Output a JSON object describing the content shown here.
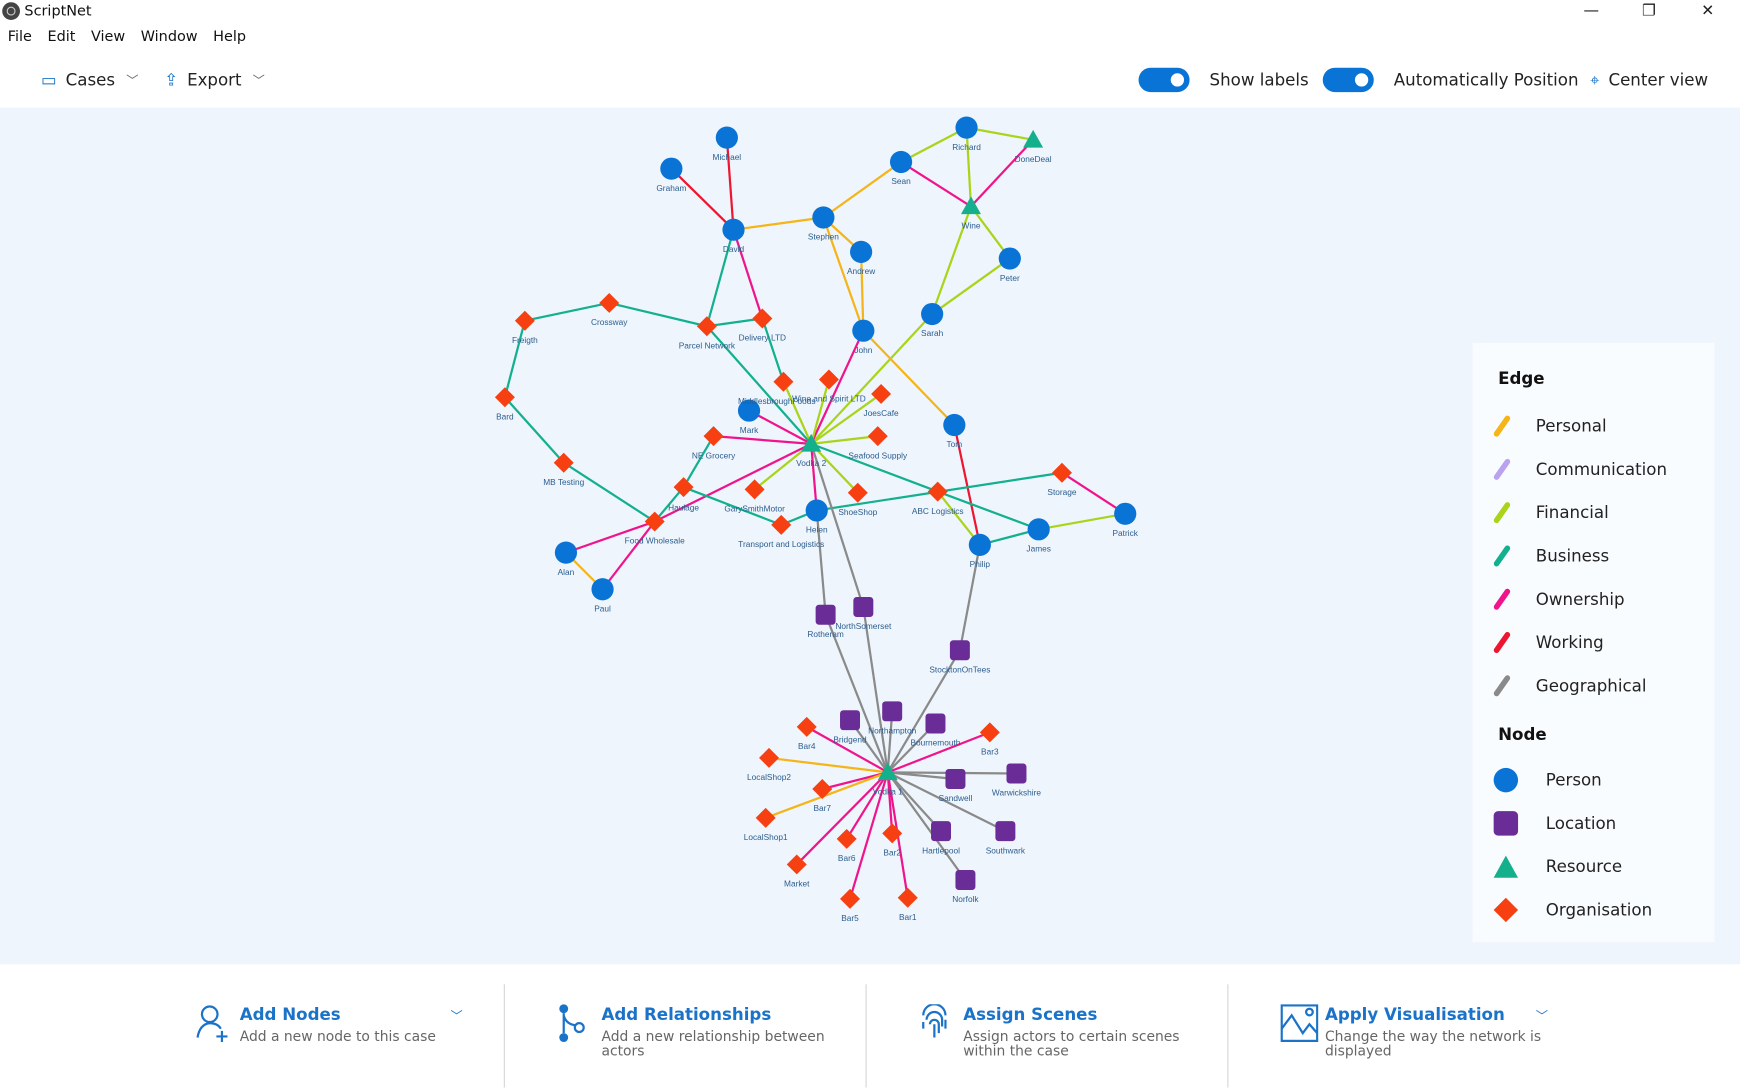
{
  "window": {
    "title": "ScriptNet",
    "controls": [
      "—",
      "❐",
      "✕"
    ]
  },
  "menu": [
    "File",
    "Edit",
    "View",
    "Window",
    "Help"
  ],
  "toolbar": {
    "cases_label": "Cases",
    "export_label": "Export",
    "show_labels": {
      "label": "Show labels",
      "on": true
    },
    "auto_position": {
      "label": "Automatically Position",
      "on": true
    },
    "center_view_label": "Center view"
  },
  "legend": {
    "edge_title": "Edge",
    "edges": [
      {
        "type": "personal",
        "label": "Personal",
        "color": "#f5b417"
      },
      {
        "type": "communication",
        "label": "Communication",
        "color": "#b9a3f0"
      },
      {
        "type": "financial",
        "label": "Financial",
        "color": "#a9d418"
      },
      {
        "type": "business",
        "label": "Business",
        "color": "#12b08e"
      },
      {
        "type": "ownership",
        "label": "Ownership",
        "color": "#f0148c"
      },
      {
        "type": "working",
        "label": "Working",
        "color": "#ee1530"
      },
      {
        "type": "geographical",
        "label": "Geographical",
        "color": "#8a8a8a"
      }
    ],
    "node_title": "Node",
    "nodes": [
      {
        "type": "person",
        "label": "Person",
        "color": "#0a74d6",
        "shape": "circle"
      },
      {
        "type": "location",
        "label": "Location",
        "color": "#6a2c96",
        "shape": "rounded-square"
      },
      {
        "type": "resource",
        "label": "Resource",
        "color": "#14b08c",
        "shape": "triangle"
      },
      {
        "type": "organisation",
        "label": "Organisation",
        "color": "#f64012",
        "shape": "diamond"
      }
    ]
  },
  "graph": {
    "nodes": [
      {
        "id": "michael",
        "label": "Michael",
        "type": "person"
      },
      {
        "id": "graham",
        "label": "Graham",
        "type": "person"
      },
      {
        "id": "david",
        "label": "David",
        "type": "person"
      },
      {
        "id": "stephen",
        "label": "Stephen",
        "type": "person"
      },
      {
        "id": "andrew",
        "label": "Andrew",
        "type": "person"
      },
      {
        "id": "sean",
        "label": "Sean",
        "type": "person"
      },
      {
        "id": "richard",
        "label": "Richard",
        "type": "person"
      },
      {
        "id": "peter",
        "label": "Peter",
        "type": "person"
      },
      {
        "id": "sarah",
        "label": "Sarah",
        "type": "person"
      },
      {
        "id": "john",
        "label": "John",
        "type": "person"
      },
      {
        "id": "mark",
        "label": "Mark",
        "type": "person"
      },
      {
        "id": "tom",
        "label": "Tom",
        "type": "person"
      },
      {
        "id": "helen",
        "label": "Helen",
        "type": "person"
      },
      {
        "id": "philip",
        "label": "Philip",
        "type": "person"
      },
      {
        "id": "james",
        "label": "James",
        "type": "person"
      },
      {
        "id": "patrick",
        "label": "Patrick",
        "type": "person"
      },
      {
        "id": "alan",
        "label": "Alan",
        "type": "person"
      },
      {
        "id": "paul",
        "label": "Paul",
        "type": "person"
      },
      {
        "id": "donedeal",
        "label": "DoneDeal",
        "type": "resource"
      },
      {
        "id": "wine",
        "label": "Wine",
        "type": "resource"
      },
      {
        "id": "vodka2",
        "label": "Vodka 2",
        "type": "resource"
      },
      {
        "id": "vodka1",
        "label": "Vodka 1",
        "type": "resource"
      },
      {
        "id": "freigth",
        "label": "Freigth",
        "type": "organisation"
      },
      {
        "id": "crossway",
        "label": "Crossway",
        "type": "organisation"
      },
      {
        "id": "parcel",
        "label": "Parcel Network",
        "type": "organisation"
      },
      {
        "id": "delivery",
        "label": "Delivery LTD",
        "type": "organisation"
      },
      {
        "id": "bard",
        "label": "Bard",
        "type": "organisation"
      },
      {
        "id": "mbtesting",
        "label": "MB Testing",
        "type": "organisation"
      },
      {
        "id": "middlesbrough",
        "label": "MiddlesbroughFoods",
        "type": "organisation"
      },
      {
        "id": "winespirit",
        "label": "Wine and Spirit LTD",
        "type": "organisation"
      },
      {
        "id": "joescafe",
        "label": "JoesCafe",
        "type": "organisation"
      },
      {
        "id": "negrocery",
        "label": "NE Grocery",
        "type": "organisation"
      },
      {
        "id": "seafood",
        "label": "Seafood Supply",
        "type": "organisation"
      },
      {
        "id": "haulage",
        "label": "Haulage",
        "type": "organisation"
      },
      {
        "id": "garysmith",
        "label": "GarySmithMotor",
        "type": "organisation"
      },
      {
        "id": "shoeshop",
        "label": "ShoeShop",
        "type": "organisation"
      },
      {
        "id": "abc",
        "label": "ABC Logistics",
        "type": "organisation"
      },
      {
        "id": "storage",
        "label": "Storage",
        "type": "organisation"
      },
      {
        "id": "transport",
        "label": "Transport and Logistics",
        "type": "organisation"
      },
      {
        "id": "foodwholesale",
        "label": "Food Wholesale",
        "type": "organisation"
      },
      {
        "id": "bar4",
        "label": "Bar4",
        "type": "organisation"
      },
      {
        "id": "localshop2",
        "label": "LocalShop2",
        "type": "organisation"
      },
      {
        "id": "bar7",
        "label": "Bar7",
        "type": "organisation"
      },
      {
        "id": "localshop1",
        "label": "LocalShop1",
        "type": "organisation"
      },
      {
        "id": "bar6",
        "label": "Bar6",
        "type": "organisation"
      },
      {
        "id": "bar2",
        "label": "Bar2",
        "type": "organisation"
      },
      {
        "id": "market",
        "label": "Market",
        "type": "organisation"
      },
      {
        "id": "bar5",
        "label": "Bar5",
        "type": "organisation"
      },
      {
        "id": "bar1",
        "label": "Bar1",
        "type": "organisation"
      },
      {
        "id": "bar3",
        "label": "Bar3",
        "type": "organisation"
      },
      {
        "id": "rotheram",
        "label": "Rotheram",
        "type": "location"
      },
      {
        "id": "northsomerset",
        "label": "NorthSomerset",
        "type": "location"
      },
      {
        "id": "stockton",
        "label": "StocktonOnTees",
        "type": "location"
      },
      {
        "id": "bridgend",
        "label": "Bridgend",
        "type": "location"
      },
      {
        "id": "northampton",
        "label": "Northampton",
        "type": "location"
      },
      {
        "id": "bournemouth",
        "label": "Bournemouth",
        "type": "location"
      },
      {
        "id": "sandwell",
        "label": "Sandwell",
        "type": "location"
      },
      {
        "id": "warwickshire",
        "label": "Warwickshire",
        "type": "location"
      },
      {
        "id": "hartlepool",
        "label": "Hartlepool",
        "type": "location"
      },
      {
        "id": "southwark",
        "label": "Southwark",
        "type": "location"
      },
      {
        "id": "norfolk",
        "label": "Norfolk",
        "type": "location"
      }
    ],
    "edges": [
      [
        "michael",
        "david",
        "working"
      ],
      [
        "graham",
        "david",
        "working"
      ],
      [
        "david",
        "stephen",
        "personal"
      ],
      [
        "david",
        "parcel",
        "business"
      ],
      [
        "david",
        "delivery",
        "ownership"
      ],
      [
        "stephen",
        "sean",
        "personal"
      ],
      [
        "stephen",
        "andrew",
        "personal"
      ],
      [
        "stephen",
        "john",
        "personal"
      ],
      [
        "andrew",
        "john",
        "personal"
      ],
      [
        "sean",
        "richard",
        "financial"
      ],
      [
        "sean",
        "wine",
        "ownership"
      ],
      [
        "richard",
        "wine",
        "financial"
      ],
      [
        "richard",
        "donedeal",
        "financial"
      ],
      [
        "donedeal",
        "wine",
        "ownership"
      ],
      [
        "wine",
        "peter",
        "financial"
      ],
      [
        "wine",
        "sarah",
        "financial"
      ],
      [
        "peter",
        "sarah",
        "financial"
      ],
      [
        "sarah",
        "vodka2",
        "financial"
      ],
      [
        "john",
        "vodka2",
        "ownership"
      ],
      [
        "john",
        "tom",
        "personal"
      ],
      [
        "tom",
        "philip",
        "working"
      ],
      [
        "freigth",
        "crossway",
        "business"
      ],
      [
        "crossway",
        "parcel",
        "business"
      ],
      [
        "parcel",
        "delivery",
        "business"
      ],
      [
        "freigth",
        "bard",
        "business"
      ],
      [
        "bard",
        "mbtesting",
        "business"
      ],
      [
        "mbtesting",
        "foodwholesale",
        "business"
      ],
      [
        "parcel",
        "vodka2",
        "business"
      ],
      [
        "delivery",
        "middlesbrough",
        "business"
      ],
      [
        "middlesbrough",
        "vodka2",
        "financial"
      ],
      [
        "winespirit",
        "vodka2",
        "financial"
      ],
      [
        "joescafe",
        "vodka2",
        "financial"
      ],
      [
        "mark",
        "vodka2",
        "ownership"
      ],
      [
        "negrocery",
        "vodka2",
        "ownership"
      ],
      [
        "seafood",
        "vodka2",
        "financial"
      ],
      [
        "garysmith",
        "vodka2",
        "financial"
      ],
      [
        "shoeshop",
        "vodka2",
        "financial"
      ],
      [
        "helen",
        "vodka2",
        "ownership"
      ],
      [
        "foodwholesale",
        "vodka2",
        "ownership"
      ],
      [
        "vodka2",
        "abc",
        "business"
      ],
      [
        "abc",
        "james",
        "business"
      ],
      [
        "transport",
        "helen",
        "business"
      ],
      [
        "helen",
        "storage",
        "business"
      ],
      [
        "haulage",
        "transport",
        "business"
      ],
      [
        "negrocery",
        "haulage",
        "business"
      ],
      [
        "haulage",
        "foodwholesale",
        "business"
      ],
      [
        "foodwholesale",
        "alan",
        "ownership"
      ],
      [
        "foodwholesale",
        "paul",
        "ownership"
      ],
      [
        "alan",
        "paul",
        "personal"
      ],
      [
        "abc",
        "philip",
        "financial"
      ],
      [
        "storage",
        "patrick",
        "ownership"
      ],
      [
        "james",
        "patrick",
        "financial"
      ],
      [
        "philip",
        "james",
        "business"
      ],
      [
        "philip",
        "stockton",
        "geographical"
      ],
      [
        "stockton",
        "vodka1",
        "geographical"
      ],
      [
        "helen",
        "rotheram",
        "geographical"
      ],
      [
        "rotheram",
        "vodka1",
        "geographical"
      ],
      [
        "vodka2",
        "northsomerset",
        "geographical"
      ],
      [
        "northsomerset",
        "vodka1",
        "geographical"
      ],
      [
        "vodka1",
        "bridgend",
        "geographical"
      ],
      [
        "vodka1",
        "northampton",
        "geographical"
      ],
      [
        "vodka1",
        "bournemouth",
        "geographical"
      ],
      [
        "vodka1",
        "sandwell",
        "geographical"
      ],
      [
        "vodka1",
        "warwickshire",
        "geographical"
      ],
      [
        "vodka1",
        "hartlepool",
        "geographical"
      ],
      [
        "vodka1",
        "southwark",
        "geographical"
      ],
      [
        "vodka1",
        "norfolk",
        "geographical"
      ],
      [
        "vodka1",
        "bar4",
        "ownership"
      ],
      [
        "vodka1",
        "bar7",
        "ownership"
      ],
      [
        "vodka1",
        "bar6",
        "ownership"
      ],
      [
        "vodka1",
        "bar2",
        "ownership"
      ],
      [
        "vodka1",
        "market",
        "ownership"
      ],
      [
        "vodka1",
        "bar5",
        "ownership"
      ],
      [
        "vodka1",
        "bar1",
        "ownership"
      ],
      [
        "vodka1",
        "bar3",
        "ownership"
      ],
      [
        "vodka1",
        "localshop2",
        "personal"
      ],
      [
        "vodka1",
        "localshop1",
        "personal"
      ]
    ]
  },
  "actions": [
    {
      "title": "Add Nodes",
      "description": "Add a new node to this case",
      "icon": "add-person-icon",
      "dropdown": true
    },
    {
      "title": "Add Relationships",
      "description": "Add a new relationship between actors",
      "icon": "relationship-icon",
      "dropdown": false
    },
    {
      "title": "Assign Scenes",
      "description": "Assign actors to certain scenes within the case",
      "icon": "fingerprint-icon",
      "dropdown": false
    },
    {
      "title": "Apply Visualisation",
      "description": "Change the way the network is displayed",
      "icon": "image-icon",
      "dropdown": true
    }
  ]
}
